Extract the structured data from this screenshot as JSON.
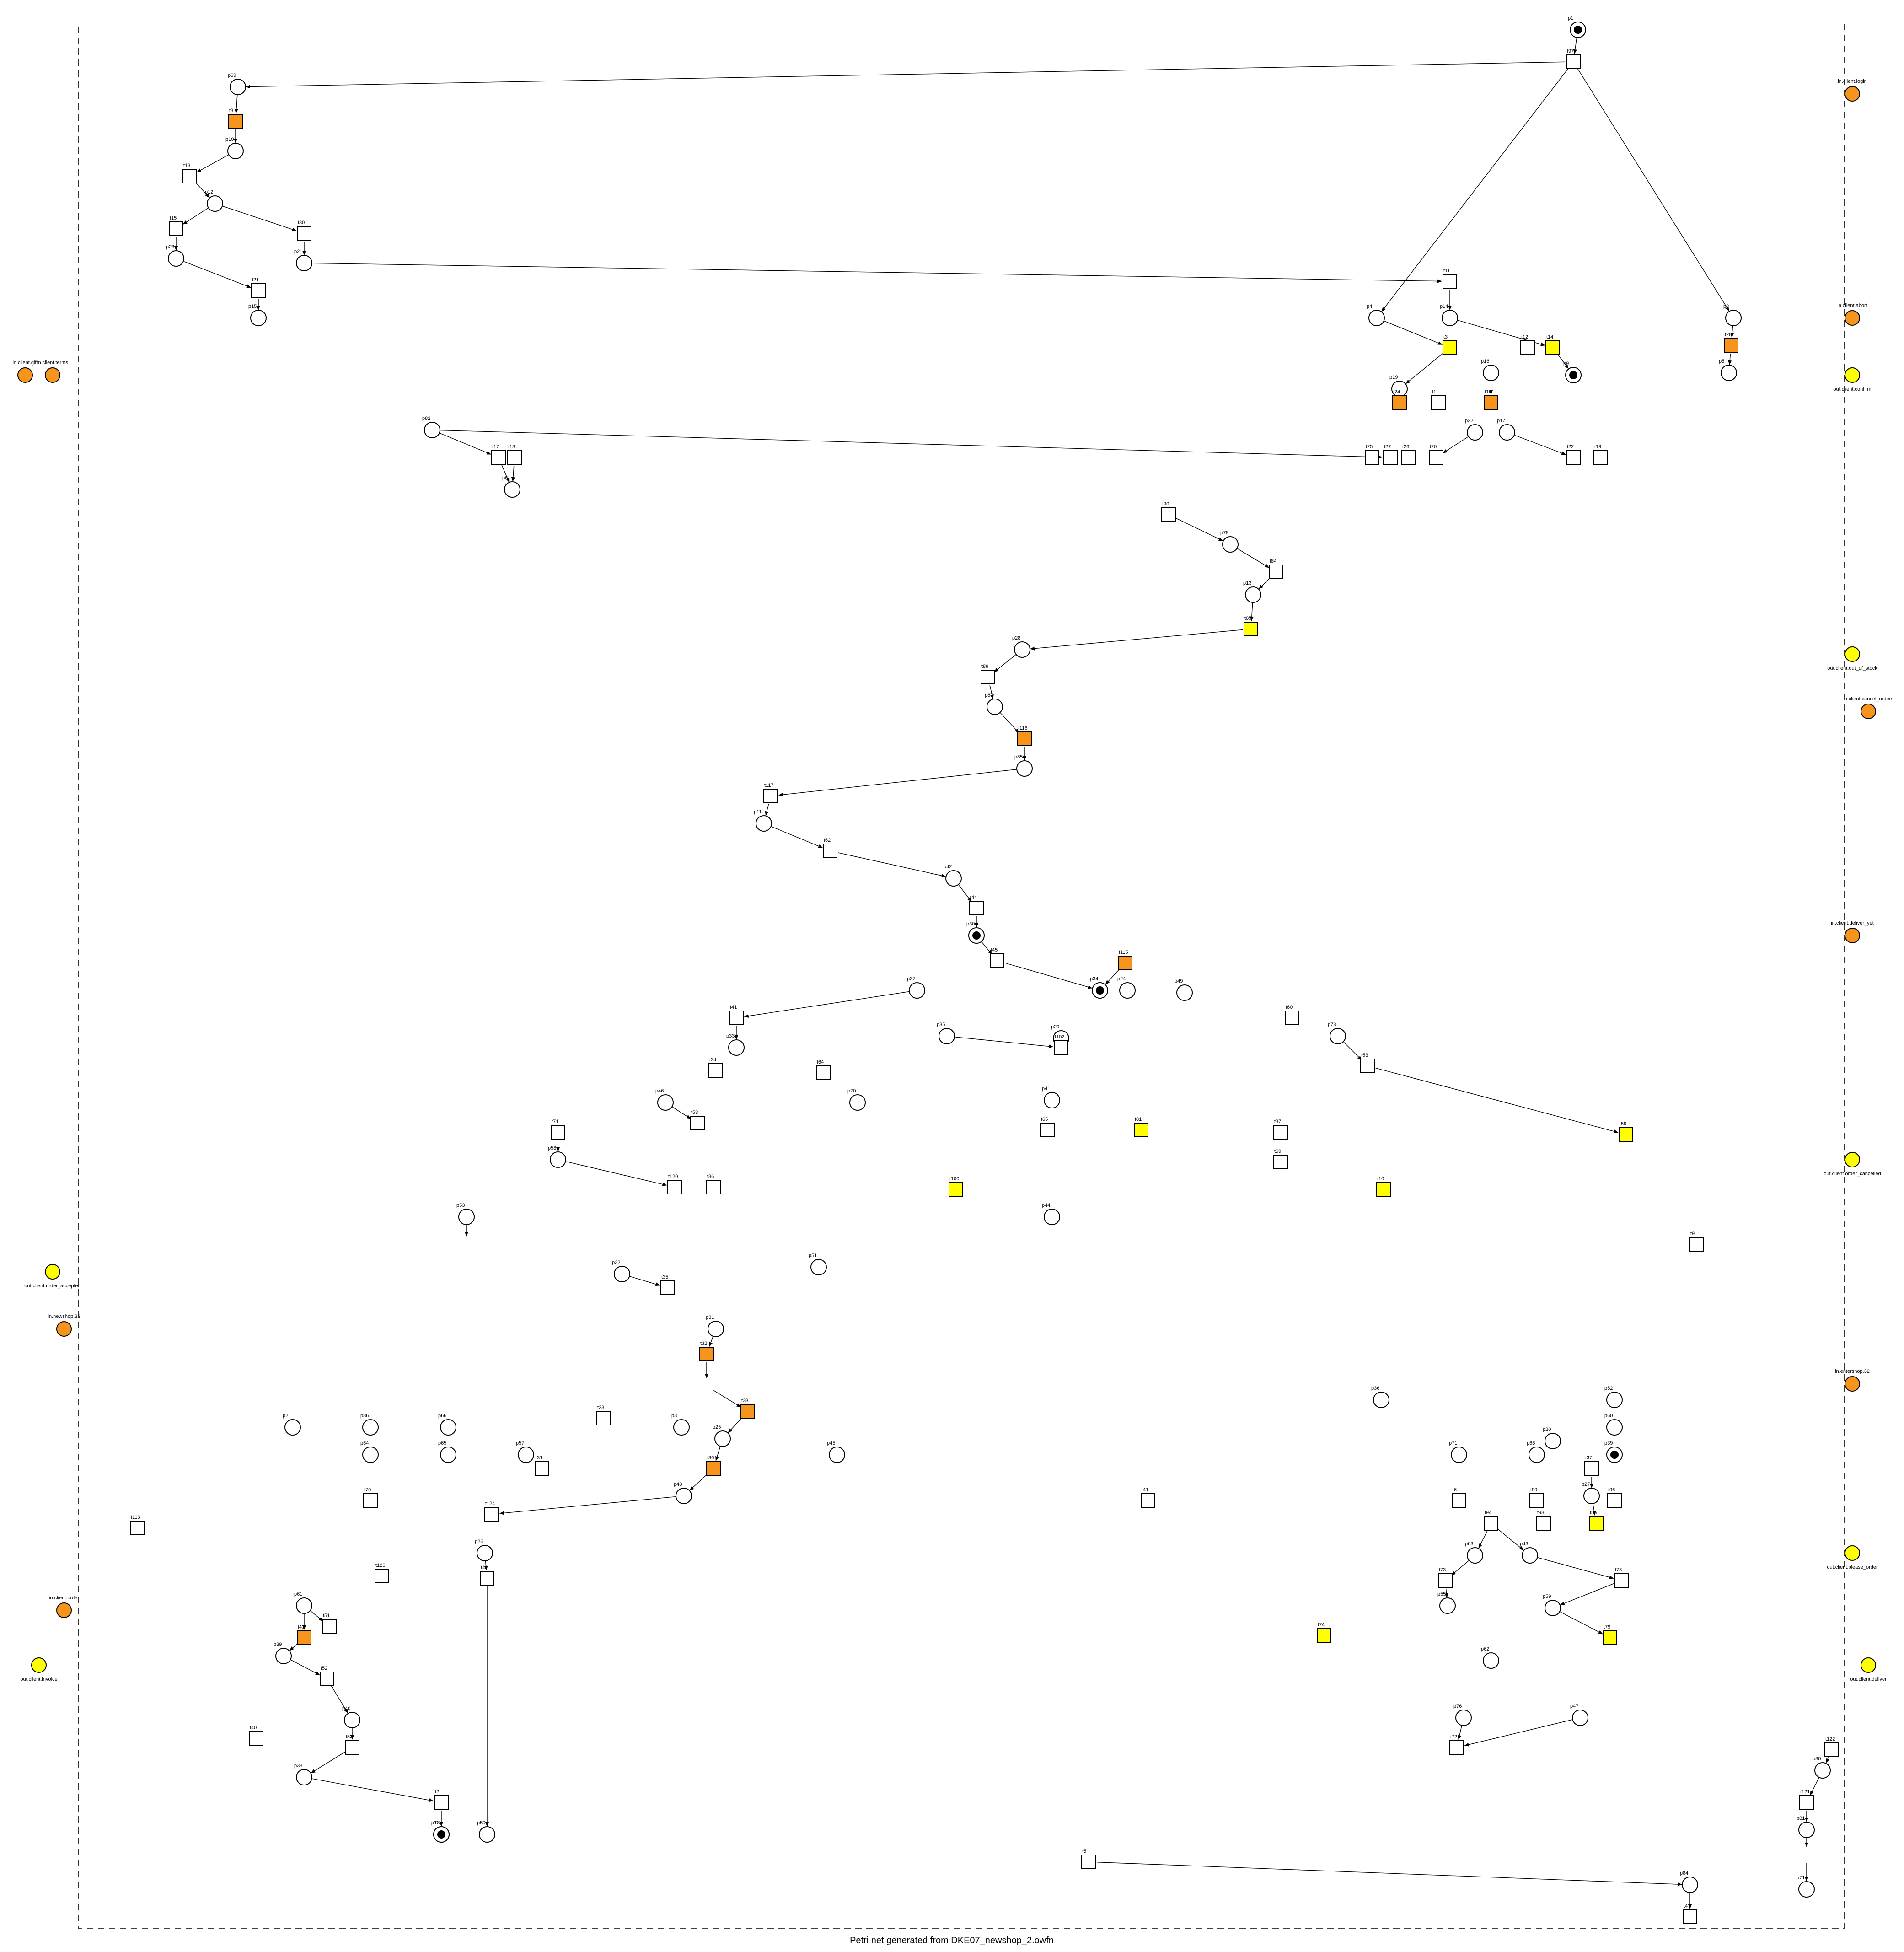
{
  "caption": "Petri net generated from DKE07_newshop_2.owfn",
  "colors": {
    "input_interface": "#f7941d",
    "output_interface": "#ffff00",
    "internal_transition": "#ffffff",
    "input_transition": "#f7941d",
    "output_transition": "#ffff00",
    "stroke": "#000000",
    "final_place": "#aaaaaa"
  },
  "interface": {
    "inputs": [
      "in.client.login",
      "in.client.abort",
      "in.client.gift",
      "in.client.terms",
      "in.client.cancel_orders",
      "in.client.deliver_yet",
      "in.newshop.32",
      "in.client.order",
      "in.entershop.32"
    ],
    "outputs": [
      "out.client.confirm",
      "out.client.out_of_stock",
      "out.client.order_cancelled",
      "out.client.order_accepted",
      "out.client.please_order",
      "out.client.invoice",
      "out.client.deliver"
    ]
  },
  "places": [
    {
      "id": "p1",
      "tokens": 1
    },
    {
      "id": "p69"
    },
    {
      "id": "p10"
    },
    {
      "id": "p12"
    },
    {
      "id": "p23"
    },
    {
      "id": "p21"
    },
    {
      "id": "p15"
    },
    {
      "id": "p14"
    },
    {
      "id": "p4"
    },
    {
      "id": "p8"
    },
    {
      "id": "p5"
    },
    {
      "id": "p19"
    },
    {
      "id": "p16"
    },
    {
      "id": "p22"
    },
    {
      "id": "p17"
    },
    {
      "id": "p82"
    },
    {
      "id": "p6"
    },
    {
      "id": "p79"
    },
    {
      "id": "p13"
    },
    {
      "id": "p28"
    },
    {
      "id": "p67"
    },
    {
      "id": "p85"
    },
    {
      "id": "p11"
    },
    {
      "id": "p42"
    },
    {
      "id": "p30",
      "tokens": 1
    },
    {
      "id": "p37"
    },
    {
      "id": "p34",
      "tokens": 1
    },
    {
      "id": "p24"
    },
    {
      "id": "p33"
    },
    {
      "id": "p35"
    },
    {
      "id": "p29"
    },
    {
      "id": "p49"
    },
    {
      "id": "p78"
    },
    {
      "id": "p46"
    },
    {
      "id": "p70"
    },
    {
      "id": "p41"
    },
    {
      "id": "p36"
    },
    {
      "id": "p58"
    },
    {
      "id": "p53"
    },
    {
      "id": "p52"
    },
    {
      "id": "p32"
    },
    {
      "id": "p44"
    },
    {
      "id": "p2"
    },
    {
      "id": "p86"
    },
    {
      "id": "p66"
    },
    {
      "id": "p71"
    },
    {
      "id": "p20"
    },
    {
      "id": "p3"
    },
    {
      "id": "p26"
    },
    {
      "id": "p63"
    },
    {
      "id": "p40"
    },
    {
      "id": "p62"
    },
    {
      "id": "p50"
    },
    {
      "id": "p9",
      "tokens": 1
    },
    {
      "id": "p25"
    },
    {
      "id": "p48"
    },
    {
      "id": "p39"
    },
    {
      "id": "p27"
    },
    {
      "id": "p43"
    },
    {
      "id": "p60"
    },
    {
      "id": "p55"
    },
    {
      "id": "p59"
    },
    {
      "id": "p61"
    },
    {
      "id": "p64"
    },
    {
      "id": "p65"
    },
    {
      "id": "p57"
    },
    {
      "id": "p47"
    },
    {
      "id": "p76"
    },
    {
      "id": "p31"
    },
    {
      "id": "p45"
    },
    {
      "id": "p51"
    },
    {
      "id": "p38"
    },
    {
      "id": "p18"
    },
    {
      "id": "p7",
      "tokens": 1
    },
    {
      "id": "p84"
    },
    {
      "id": "p80"
    },
    {
      "id": "p81"
    },
    {
      "id": "p71b"
    },
    {
      "id": "p68"
    },
    {
      "id": "p39b",
      "tokens": 1
    }
  ],
  "transitions": [
    {
      "id": "t97"
    },
    {
      "id": "t8",
      "kind": "input"
    },
    {
      "id": "t13"
    },
    {
      "id": "t15"
    },
    {
      "id": "t30"
    },
    {
      "id": "t21"
    },
    {
      "id": "t23"
    },
    {
      "id": "t11"
    },
    {
      "id": "t12"
    },
    {
      "id": "t14",
      "kind": "output"
    },
    {
      "id": "t28",
      "kind": "input"
    },
    {
      "id": "t3",
      "kind": "output"
    },
    {
      "id": "t24",
      "kind": "input"
    },
    {
      "id": "t16",
      "kind": "input"
    },
    {
      "id": "t1"
    },
    {
      "id": "t17"
    },
    {
      "id": "t18"
    },
    {
      "id": "t27"
    },
    {
      "id": "t20"
    },
    {
      "id": "t22"
    },
    {
      "id": "t19"
    },
    {
      "id": "t26"
    },
    {
      "id": "t25"
    },
    {
      "id": "t90"
    },
    {
      "id": "t84"
    },
    {
      "id": "t85",
      "kind": "output"
    },
    {
      "id": "t89"
    },
    {
      "id": "t116",
      "kind": "input"
    },
    {
      "id": "t117"
    },
    {
      "id": "t62"
    },
    {
      "id": "t44"
    },
    {
      "id": "t45"
    },
    {
      "id": "t115",
      "kind": "input"
    },
    {
      "id": "t41"
    },
    {
      "id": "t60"
    },
    {
      "id": "t102"
    },
    {
      "id": "t53"
    },
    {
      "id": "t59",
      "kind": "output"
    },
    {
      "id": "t34"
    },
    {
      "id": "t58"
    },
    {
      "id": "t69"
    },
    {
      "id": "t10",
      "kind": "output"
    },
    {
      "id": "t100",
      "kind": "output"
    },
    {
      "id": "t65"
    },
    {
      "id": "t64"
    },
    {
      "id": "t71"
    },
    {
      "id": "t81",
      "kind": "output"
    },
    {
      "id": "t87"
    },
    {
      "id": "t86"
    },
    {
      "id": "t120"
    },
    {
      "id": "t35"
    },
    {
      "id": "t32",
      "kind": "input"
    },
    {
      "id": "t33",
      "kind": "input"
    },
    {
      "id": "t36",
      "kind": "input"
    },
    {
      "id": "t31"
    },
    {
      "id": "t37"
    },
    {
      "id": "t94"
    },
    {
      "id": "t56",
      "kind": "output"
    },
    {
      "id": "t98"
    },
    {
      "id": "t73"
    },
    {
      "id": "t74",
      "kind": "output"
    },
    {
      "id": "t78"
    },
    {
      "id": "t79",
      "kind": "output"
    },
    {
      "id": "t70"
    },
    {
      "id": "t124"
    },
    {
      "id": "t126"
    },
    {
      "id": "t42"
    },
    {
      "id": "t43",
      "kind": "input"
    },
    {
      "id": "t51"
    },
    {
      "id": "t52"
    },
    {
      "id": "t53b"
    },
    {
      "id": "t72"
    },
    {
      "id": "t40"
    },
    {
      "id": "t41b"
    },
    {
      "id": "t122"
    },
    {
      "id": "t121"
    },
    {
      "id": "t9"
    },
    {
      "id": "t6"
    },
    {
      "id": "t99"
    },
    {
      "id": "t96"
    },
    {
      "id": "t113"
    },
    {
      "id": "t5"
    },
    {
      "id": "t2"
    },
    {
      "id": "t4"
    }
  ]
}
